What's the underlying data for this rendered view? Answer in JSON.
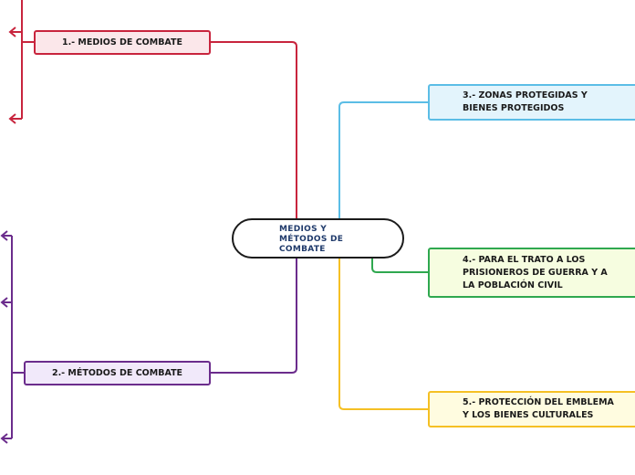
{
  "diagram": {
    "center": {
      "label": "MEDIOS Y MÉTODOS DE COMBATE"
    },
    "branches": [
      {
        "key": "medios",
        "label": "1.- MEDIOS DE COMBATE",
        "color": "#c8243d",
        "fill": "#fbe7ea"
      },
      {
        "key": "metodos",
        "label": "2.- MÉTODOS DE COMBATE",
        "color": "#6b2c8c",
        "fill": "#f1e9fa"
      },
      {
        "key": "zonas",
        "label": "3.- ZONAS PROTEGIDAS Y BIENES PROTEGIDOS",
        "color": "#5bbde6",
        "fill": "#e3f4fc"
      },
      {
        "key": "trato",
        "label": "4.- PARA EL TRATO A LOS PRISIONEROS DE GUERRA Y A LA POBLACIÓN CIVIL",
        "color": "#2fa84f",
        "fill": "#f6fde0"
      },
      {
        "key": "emblema",
        "label": "5.- PROTECCIÓN DEL EMBLEMA Y LOS BIENES CULTURALES",
        "color": "#f5c024",
        "fill": "#fffce0"
      }
    ]
  }
}
